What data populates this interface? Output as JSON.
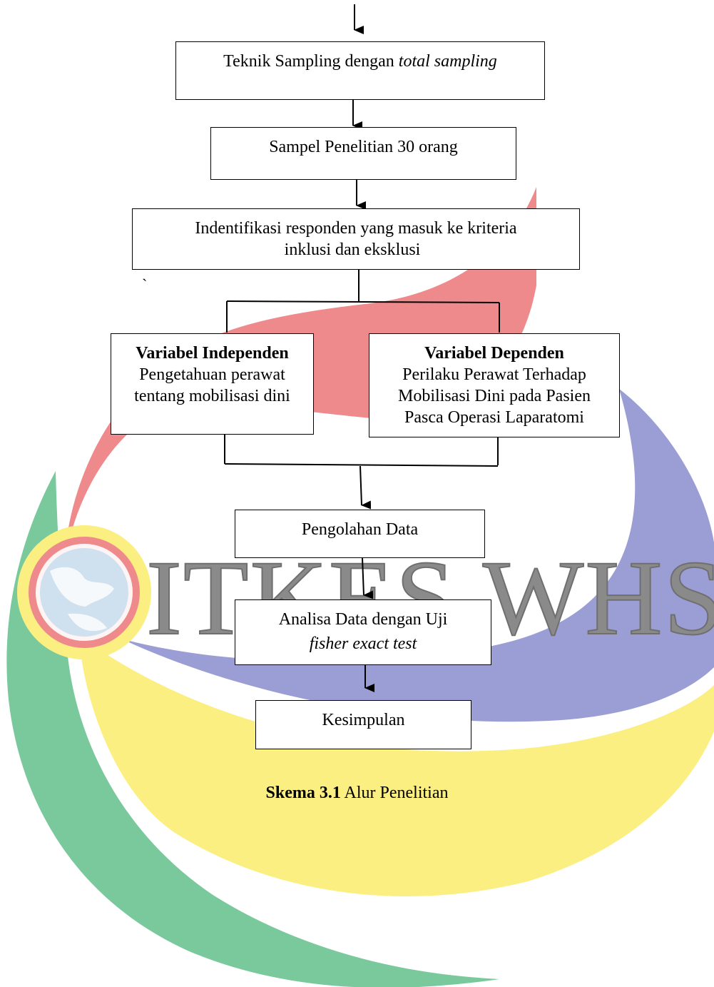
{
  "boxes": {
    "sampling": {
      "text": "Teknik Sampling dengan ",
      "italic": "total sampling"
    },
    "sample": {
      "text": "Sampel Penelitian 30 orang"
    },
    "identify": {
      "line1": "Indentifikasi  responden yang masuk  ke kriteria",
      "line2": "inklusi dan eksklusi"
    },
    "independent": {
      "title": "Variabel Independen",
      "line1": "Pengetahuan perawat",
      "line2": "tentang mobilisasi dini"
    },
    "dependent": {
      "title": "Variabel Dependen",
      "line1": "Perilaku Perawat Terhadap",
      "line2": "Mobilisasi Dini pada Pasien",
      "line3": "Pasca Operasi Laparatomi"
    },
    "processing": {
      "text": "Pengolahan Data"
    },
    "analysis": {
      "line1": "Analisa Data dengan Uji",
      "line2": "fisher exact test"
    },
    "conclusion": {
      "text": "Kesimpulan"
    }
  },
  "stray_mark": "`",
  "caption": {
    "label": "Skema 3.1",
    "text": " Alur Penelitian"
  },
  "watermark": {
    "text": "ITKES WHS"
  },
  "colors": {
    "red": "#ef8a8c",
    "blue": "#9b9ed4",
    "yellow": "#fbef82",
    "green": "#79c99c",
    "watermark_text": "#8a8a8a",
    "globe": "#b8d3ea"
  }
}
